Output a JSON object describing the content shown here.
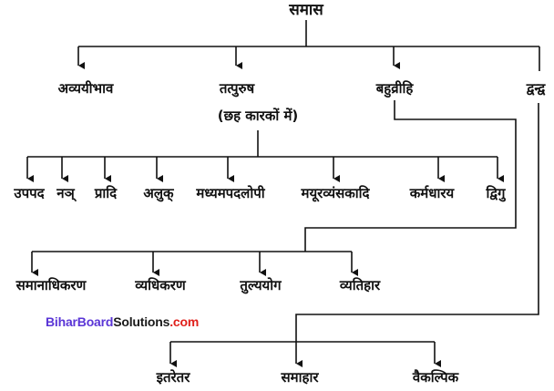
{
  "diagram": {
    "root": {
      "label": "समास"
    },
    "level1": [
      {
        "label": "अव्ययीभाव"
      },
      {
        "label": "तत्पुरुष",
        "note": "(छह कारकों में)"
      },
      {
        "label": "बहुव्रीहि"
      },
      {
        "label": "द्वन्द्व"
      }
    ],
    "tatpurush_children": [
      {
        "label": "उपपद"
      },
      {
        "label": "नञ्"
      },
      {
        "label": "प्रादि"
      },
      {
        "label": "अलुक्"
      },
      {
        "label": "मध्यमपदलोपी"
      },
      {
        "label": "मयूरव्यंसकादि"
      },
      {
        "label": "कर्मधारय"
      },
      {
        "label": "द्विगु"
      }
    ],
    "bahuvrihi_children": [
      {
        "label": "समानाधिकरण"
      },
      {
        "label": "व्यधिकरण"
      },
      {
        "label": "तुल्ययोग"
      },
      {
        "label": "व्यतिहार"
      }
    ],
    "dvandva_children": [
      {
        "label": "इतरेतर"
      },
      {
        "label": "समाहार"
      },
      {
        "label": "वैकल्पिक"
      }
    ],
    "line_color": "#111111"
  },
  "watermark": {
    "part1": "BiharBoard",
    "part2": "Solutions",
    "part3": ".com",
    "colors": {
      "part1": "#5a35d6",
      "part2": "#1a1a1a",
      "part3": "#e0201b"
    }
  }
}
